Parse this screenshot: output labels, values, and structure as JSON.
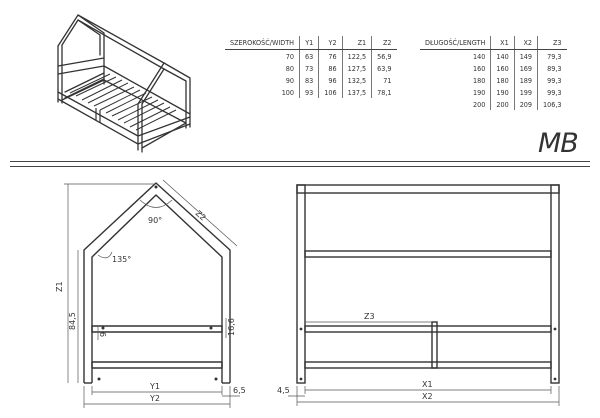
{
  "width_table": {
    "headers": [
      "SZEROKOŚĆ/WIDTH",
      "Y1",
      "Y2",
      "Z1",
      "Z2"
    ],
    "rows": [
      [
        "70",
        "63",
        "76",
        "122,5",
        "56,9"
      ],
      [
        "80",
        "73",
        "86",
        "127,5",
        "63,9"
      ],
      [
        "90",
        "83",
        "96",
        "132,5",
        "71"
      ],
      [
        "100",
        "93",
        "106",
        "137,5",
        "78,1"
      ]
    ]
  },
  "length_table": {
    "headers": [
      "DŁUGOŚĆ/LENGTH",
      "X1",
      "X2",
      "Z3"
    ],
    "rows": [
      [
        "140",
        "140",
        "149",
        "79,3"
      ],
      [
        "160",
        "160",
        "169",
        "89,3"
      ],
      [
        "180",
        "180",
        "189",
        "99,3"
      ],
      [
        "190",
        "190",
        "199",
        "99,3"
      ],
      [
        "200",
        "200",
        "209",
        "106,3"
      ]
    ]
  },
  "model_code": "MB",
  "front_view": {
    "roof_angle": "90°",
    "wall_angle": "135°",
    "labels": {
      "z2": "Z2",
      "z1": "Z1",
      "height": "84,5",
      "rail_gap": "9",
      "rail_height": "16,6",
      "y1": "Y1",
      "y2": "Y2",
      "leg": "6,5"
    }
  },
  "side_view": {
    "labels": {
      "z3": "Z3",
      "x1": "X1",
      "x2": "X2",
      "offset": "4,5"
    }
  }
}
